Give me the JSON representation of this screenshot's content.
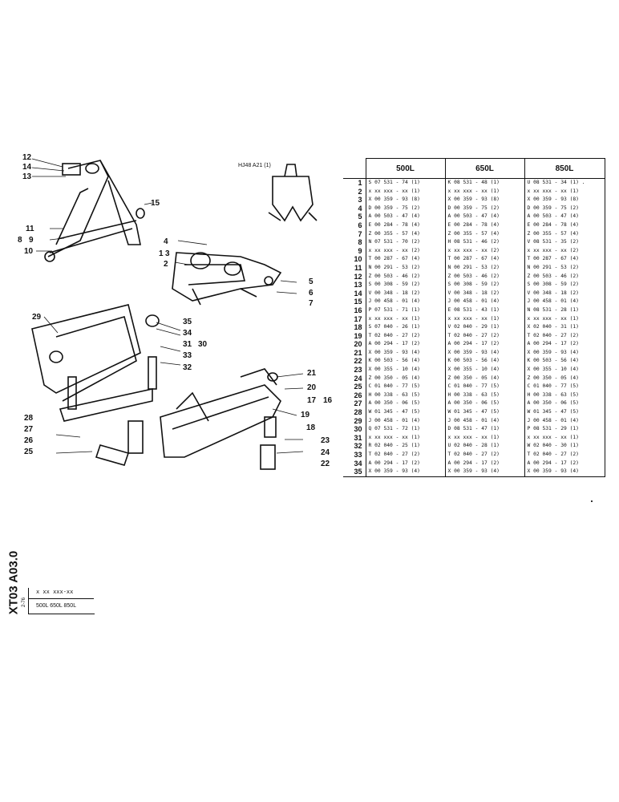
{
  "drawing": {
    "reference_label": "HJ48 A21 (1)",
    "callouts": [
      "1",
      "2",
      "3",
      "4",
      "5",
      "6",
      "7",
      "8",
      "9",
      "10",
      "11",
      "12",
      "13",
      "14",
      "15",
      "16",
      "17",
      "18",
      "19",
      "20",
      "21",
      "22",
      "23",
      "24",
      "25",
      "26",
      "27",
      "28",
      "29",
      "30",
      "31",
      "32",
      "33",
      "34",
      "35"
    ]
  },
  "table": {
    "headers": [
      "500L",
      "650L",
      "850L"
    ],
    "rows": [
      {
        "n": "1",
        "a": "S 07 531 - 74 (1)",
        "b": "K 08 531 - 48 (1)",
        "c": "U 08 531 - 34 (1) ."
      },
      {
        "n": "2",
        "a": "x xx xxx - xx (1)",
        "b": "x xx xxx - xx (1)",
        "c": "x xx xxx - xx (1)"
      },
      {
        "n": "3",
        "a": "X 00 359 - 93 (8)",
        "b": "X 00 359 - 93 (8)",
        "c": "X 00 359 - 93 (8)"
      },
      {
        "n": "4",
        "a": "D 00 359 - 75 (2)",
        "b": "D 00 359 - 75 (2)",
        "c": "D 00 359 - 75 (2)"
      },
      {
        "n": "5",
        "a": "A 00 503 - 47 (4)",
        "b": "A 00 503 - 47 (4)",
        "c": "A 00 503 - 47 (4)"
      },
      {
        "n": "6",
        "a": "E 00 284 - 78 (4)",
        "b": "E 00 284 - 78 (4)",
        "c": "E 00 284 - 78 (4)"
      },
      {
        "n": "7",
        "a": "Z 00 355 - 57 (4)",
        "b": "Z 00 355 - 57 (4)",
        "c": "Z 00 355 - 57 (4)"
      },
      {
        "n": "8",
        "a": "N 07 531 - 70 (2)",
        "b": "H 08 531 - 46 (2)",
        "c": "V 08 531 - 35 (2)"
      },
      {
        "n": "9",
        "a": "x xx xxx - xx (2)",
        "b": "x xx xxx - xx (2)",
        "c": "x xx xxx - xx (2)"
      },
      {
        "n": "10",
        "a": "T 00 287 - 67 (4)",
        "b": "T 00 287 - 67 (4)",
        "c": "T 00 287 - 67 (4)"
      },
      {
        "n": "11",
        "a": "N 00 291 - 53 (2)",
        "b": "N 00 291 - 53 (2)",
        "c": "N 00 291 - 53 (2)"
      },
      {
        "n": "12",
        "a": "Z 00 503 - 46 (2)",
        "b": "Z 00 503 - 46 (2)",
        "c": "Z 00 503 - 46 (2)"
      },
      {
        "n": "13",
        "a": "S 00 308 - 59 (2)",
        "b": "S 00 308 - 59 (2)",
        "c": "S 00 308 - 59 (2)"
      },
      {
        "n": "14",
        "a": "V 00 348 - 18 (2)",
        "b": "V 00 348 - 18 (2)",
        "c": "V 00 348 - 18 (2)"
      },
      {
        "n": "15",
        "a": "J 00 458 - 01 (4)",
        "b": "J 00 458 - 01 (4)",
        "c": "J 00 458 - 01 (4)"
      },
      {
        "n": "16",
        "a": "P 07 531 - 71 (1)",
        "b": "E 08 531 - 43 (1)",
        "c": "N 08 531 - 28 (1)"
      },
      {
        "n": "17",
        "a": "x xx xxx - xx (1)",
        "b": "x xx xxx - xx (1)",
        "c": "x xx xxx - xx (1)"
      },
      {
        "n": "18",
        "a": "S 07 040 - 26 (1)",
        "b": "V 02 040 - 29 (1)",
        "c": "X 02 040 - 31 (1)"
      },
      {
        "n": "19",
        "a": "T 02 040 - 27 (2)",
        "b": "T 02 040 - 27 (2)",
        "c": "T 02 040 - 27 (2)"
      },
      {
        "n": "20",
        "a": "A 00 294 - 17 (2)",
        "b": "A 00 294 - 17 (2)",
        "c": "A 00 294 - 17 (2)"
      },
      {
        "n": "21",
        "a": "X 00 359 - 93 (4)",
        "b": "X 00 359 - 93 (4)",
        "c": "X 00 359 - 93 (4)"
      },
      {
        "n": "22",
        "a": "K 00 503 - 56 (4)",
        "b": "K 00 503 - 56 (4)",
        "c": "K 00 503 - 56 (4)"
      },
      {
        "n": "23",
        "a": "X 00 355 - 10 (4)",
        "b": "X 00 355 - 10 (4)",
        "c": "X 00 355 - 10 (4)"
      },
      {
        "n": "24",
        "a": "Z 00 350 - 05 (4)",
        "b": "Z 00 350 - 05 (4)",
        "c": "Z 00 350 - 05 (4)"
      },
      {
        "n": "25",
        "a": "C 01 040 - 77 (5)",
        "b": "C 01 040 - 77 (5)",
        "c": "C 01 040 - 77 (5)"
      },
      {
        "n": "26",
        "a": "H 00 338 - 63 (5)",
        "b": "H 00 338 - 63 (5)",
        "c": "H 00 338 - 63 (5)"
      },
      {
        "n": "27",
        "a": "A 00 350 - 06 (5)",
        "b": "A 00 350 - 06 (5)",
        "c": "A 00 350 - 06 (5)"
      },
      {
        "n": "28",
        "a": "W 01 345 - 47 (5)",
        "b": "W 01 345 - 47 (5)",
        "c": "W 01 345 - 47 (5)"
      },
      {
        "n": "29",
        "a": "J 00 458 - 01 (4)",
        "b": "J 00 458 - 01 (4)",
        "c": "J 00 458 - 01 (4)"
      },
      {
        "n": "30",
        "a": "Q 07 531 - 72 (1)",
        "b": "D 08 531 - 47 (1)",
        "c": "P 08 531 - 29 (1)"
      },
      {
        "n": "31",
        "a": "x xx xxx - xx (1)",
        "b": "x xx xxx - xx (1)",
        "c": "x xx xxx - xx (1)"
      },
      {
        "n": "32",
        "a": "R 02 040 - 25 (1)",
        "b": "U 02 040 - 28 (1)",
        "c": "W 02 040 - 30 (1)"
      },
      {
        "n": "33",
        "a": "T 02 040 - 27 (2)",
        "b": "T 02 040 - 27 (2)",
        "c": "T 02 040 - 27 (2)"
      },
      {
        "n": "34",
        "a": "A 00 294 - 17 (2)",
        "b": "A 00 294 - 17 (2)",
        "c": "A 00 294 - 17 (2)"
      },
      {
        "n": "35",
        "a": "X 00 359 - 93 (4)",
        "b": "X 00 359 - 93 (4)",
        "c": "X 00 359 - 93 (4)"
      }
    ]
  },
  "footer": {
    "vertical_code": "XT03 A03.0",
    "date": "2-76",
    "part_code": "x xx xxx-xx",
    "models": "500L  650L  850L"
  }
}
